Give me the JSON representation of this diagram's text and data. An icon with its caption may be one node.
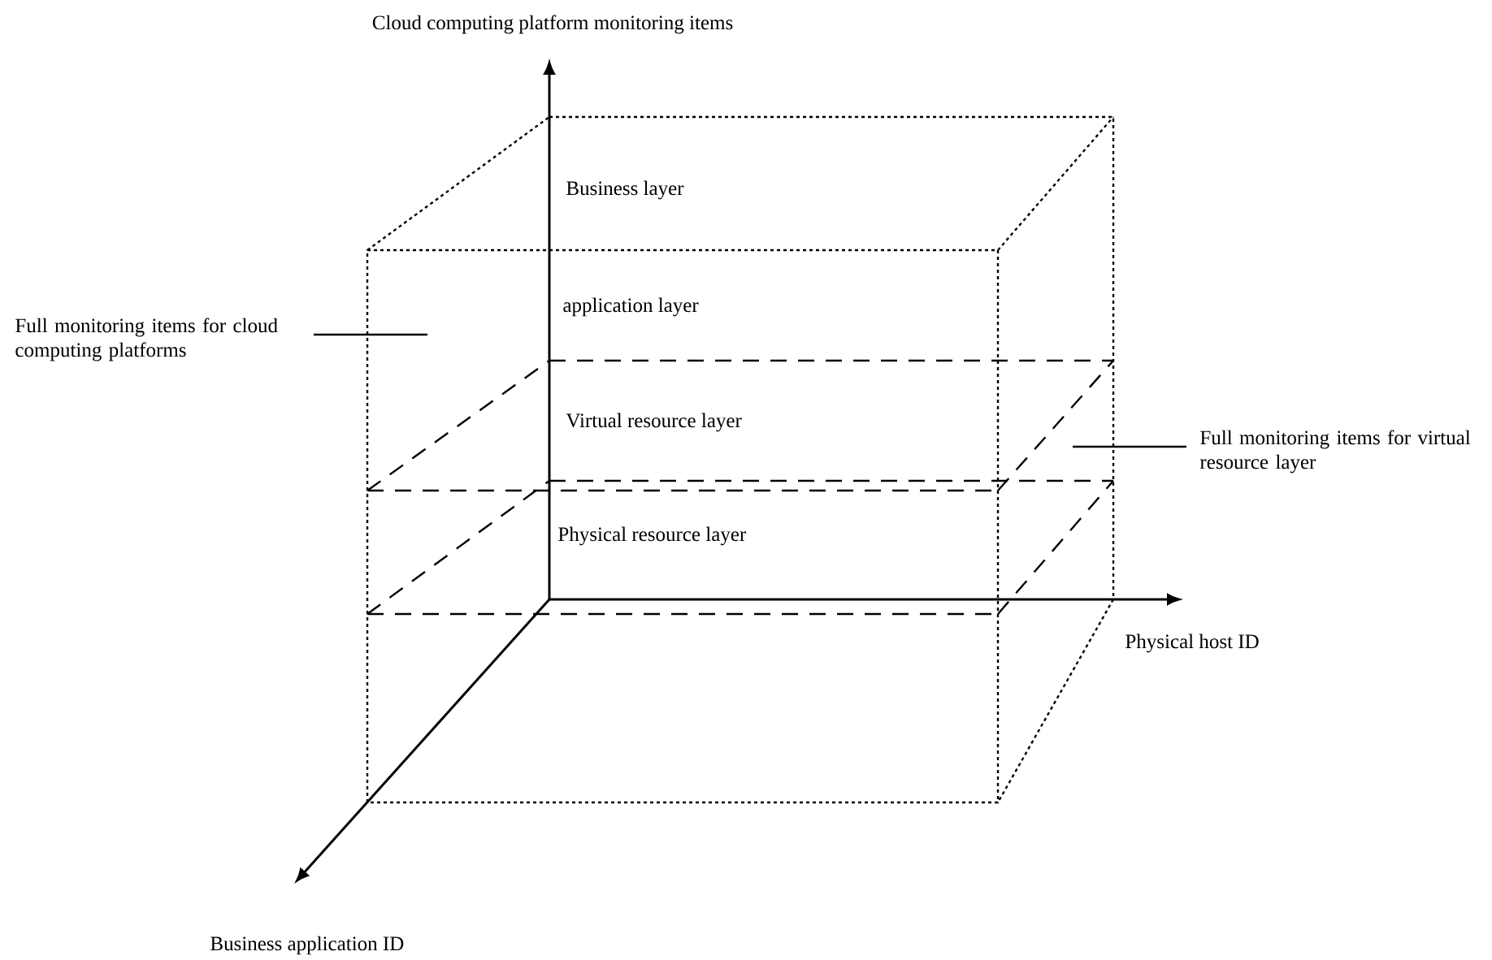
{
  "diagram": {
    "nodes": [
      {
        "text": [
          "Full monitoring items for cloud computing platforms"
        ]
      },
      {
        "text": [
          "Full monitoring items for virtual resource layer"
        ]
      }
    ],
    "edges": [
      {
        "from": 0,
        "to": null,
        "arrow": "none"
      },
      {
        "from": 1,
        "to": null,
        "arrow": "none"
      }
    ],
    "labels": [
      "Cloud computing platform monitoring items",
      "Business layer",
      "application layer",
      "Virtual resource layer",
      "Physical resource layer",
      "Physical host ID",
      "Business application ID"
    ]
  }
}
